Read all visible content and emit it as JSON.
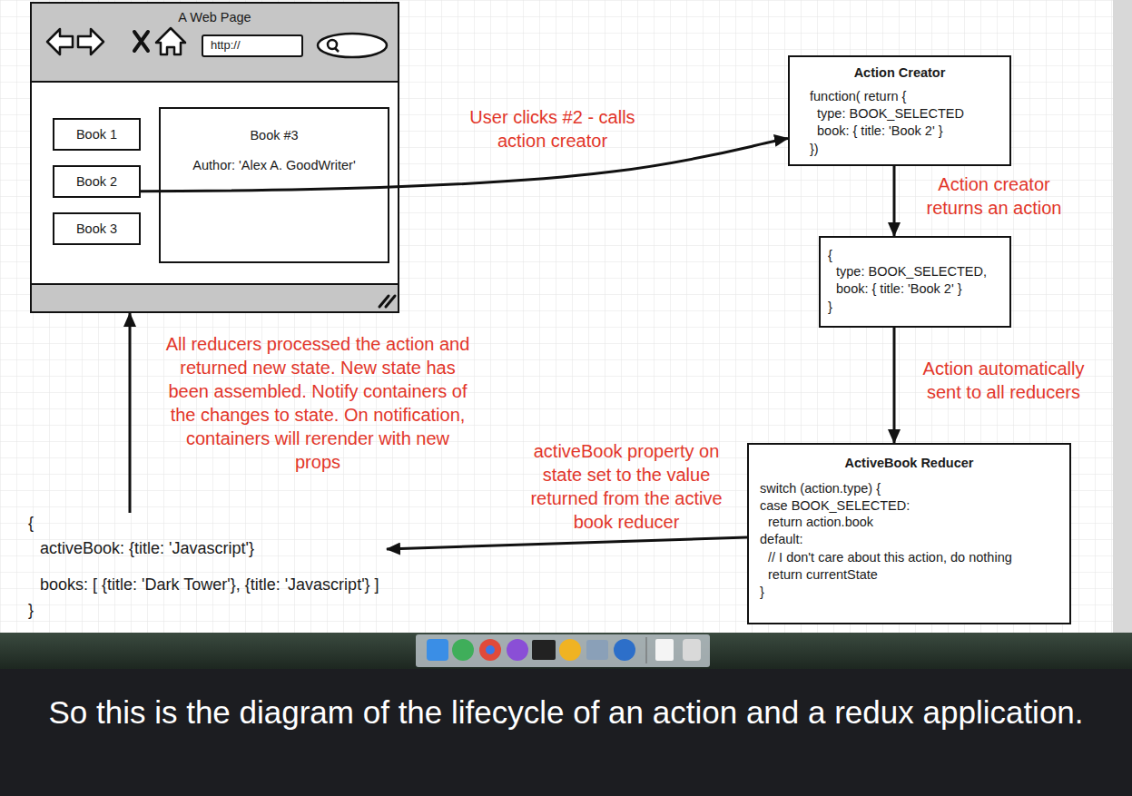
{
  "diagram": {
    "caption": "So this is the diagram of the lifecycle of an action and a redux application.",
    "nodes": [
      {
        "text": [
          "A Web Page"
        ]
      },
      {
        "text": [
          "http://"
        ],
        "in": 0
      },
      {
        "text": [
          "Book 1"
        ],
        "in": 0
      },
      {
        "text": [
          "Book 2"
        ],
        "in": 0
      },
      {
        "text": [
          "Book 3"
        ],
        "in": 0
      },
      {
        "text": [
          "Book #3",
          "Author: 'Alex A. GoodWriter'"
        ],
        "in": 0
      },
      {
        "text": [
          "Action Creator",
          "function( return {",
          "type: BOOK_SELECTED",
          "book: { title: 'Book 2' }",
          "})"
        ]
      },
      {
        "text": [
          "{",
          "type: BOOK_SELECTED,",
          "book: { title: 'Book 2' }",
          "}"
        ]
      },
      {
        "text": [
          "ActiveBook Reducer",
          "switch (action.type) {",
          "case BOOK_SELECTED:",
          "return action.book",
          "default:",
          "// I don't care about this action, do nothing",
          "return currentState",
          "}"
        ]
      },
      {
        "text": [
          "{",
          "activeBook: {title: 'Javascript'}",
          "books: [ {title: 'Dark Tower'}, {title: 'Javascript'} ]",
          "}"
        ]
      }
    ],
    "edges": [
      {
        "from": 3,
        "to": 6,
        "arrow": "to",
        "label": "User clicks #2 - calls action creator"
      },
      {
        "from": 6,
        "to": 7,
        "arrow": "to",
        "label": "Action creator returns an action"
      },
      {
        "from": 7,
        "to": 8,
        "arrow": "to",
        "label": "Action automatically sent to all reducers"
      },
      {
        "from": 8,
        "to": 9,
        "arrow": "to",
        "label": "activeBook property on state set to the value returned from the active book reducer"
      },
      {
        "from": 9,
        "to": 0,
        "arrow": "to",
        "label": "All reducers processed the action and returned new state. New state has been assembled. Notify containers of the changes to state. On notification, containers will rerender with new props"
      }
    ]
  }
}
